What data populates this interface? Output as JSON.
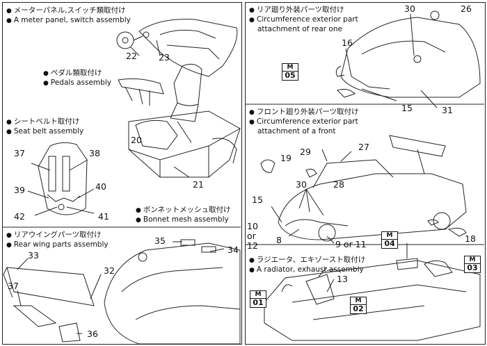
{
  "steps": {
    "meter_jp": "メーターパネル,スイッチ類取付け",
    "meter_en": "A meter panel, switch assembly",
    "pedal_jp": "ペダル類取付け",
    "pedal_en": "Pedals assembly",
    "belt_jp": "シートベルト取付け",
    "belt_en": "Seat belt assembly",
    "bonnet_jp": "ボンネットメッシュ取付け",
    "bonnet_en": "Bonnet mesh assembly",
    "wing_jp": "リアウイングパーツ取付け",
    "wing_en": "Rear wing parts assembly",
    "rear_jp": "リア廻り外装パーツ取付け",
    "rear_en1": "Circumference exterior part",
    "rear_en2": "attachment of rear one",
    "front_jp": "フロント廻り外装パーツ取付け",
    "front_en1": "Circumference exterior part",
    "front_en2": "attachment of a front",
    "rad_jp": "ラジエータ、エキゾースト取付け",
    "rad_en": "A radiator, exhaust assembly"
  },
  "bullet": "●",
  "parts": {
    "p22": "22",
    "p23": "23",
    "p20": "20",
    "p21": "21",
    "p37a": "37",
    "p38": "38",
    "p39": "39",
    "p40": "40",
    "p41": "41",
    "p42": "42",
    "p35": "35",
    "p34": "34",
    "p33": "33",
    "p32": "32",
    "p37b": "37",
    "p36": "36",
    "p30a": "30",
    "p26": "26",
    "p16": "16",
    "p15a": "15",
    "p31": "31",
    "p29": "29",
    "p27": "27",
    "p19": "19",
    "p28": "28",
    "p30b": "30",
    "p15b": "15",
    "p10": "10",
    "p_or": "or",
    "p12": "12",
    "p8": "8",
    "p9or11": "9 or 11",
    "p18": "18",
    "p13": "13"
  },
  "mtags": {
    "m_label": "M",
    "m05": "05",
    "m04": "04",
    "m03": "03",
    "m01": "01",
    "m02": "02"
  }
}
